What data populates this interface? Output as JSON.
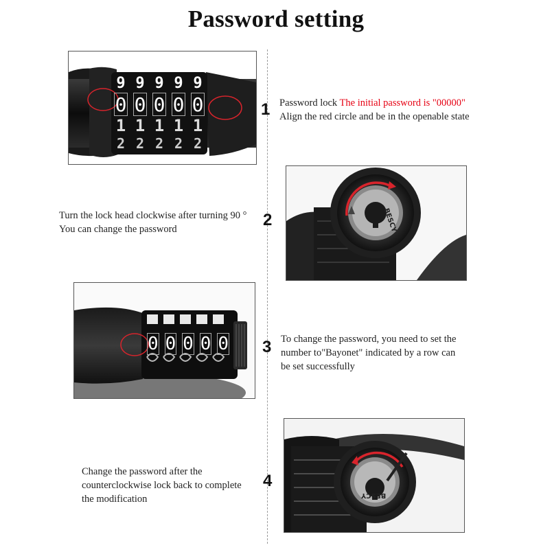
{
  "title": "Password setting",
  "steps": [
    {
      "number": "1",
      "line1_prefix": "Password lock ",
      "line1_highlight": "The initial password is \"00000\"",
      "line2": "Align the red circle and be in the openable state",
      "dial_rows": [
        [
          "9",
          "9",
          "9",
          "9",
          "9"
        ],
        [
          "0",
          "0",
          "0",
          "0",
          "0"
        ],
        [
          "1",
          "1",
          "1",
          "1",
          "1"
        ],
        [
          "2",
          "2",
          "2",
          "2",
          "2"
        ]
      ]
    },
    {
      "number": "2",
      "line1": "Turn the lock head clockwise after turning 90 °",
      "line2": "You can change the password",
      "brand": "BESCY"
    },
    {
      "number": "3",
      "line1": "To change the password, you need to set the",
      "line2": "number to\"Bayonet\" indicated by a row can",
      "line3": "be set successfully",
      "dial_row": [
        "0",
        "0",
        "0",
        "0",
        "0"
      ]
    },
    {
      "number": "4",
      "line1": "Change the password after the",
      "line2": "counterclockwise lock back to complete",
      "line3": "the modification",
      "brand": "BESCY"
    }
  ],
  "colors": {
    "highlight_red": "#e60012",
    "lock_black": "#141414",
    "marker_red": "#d8242c"
  }
}
